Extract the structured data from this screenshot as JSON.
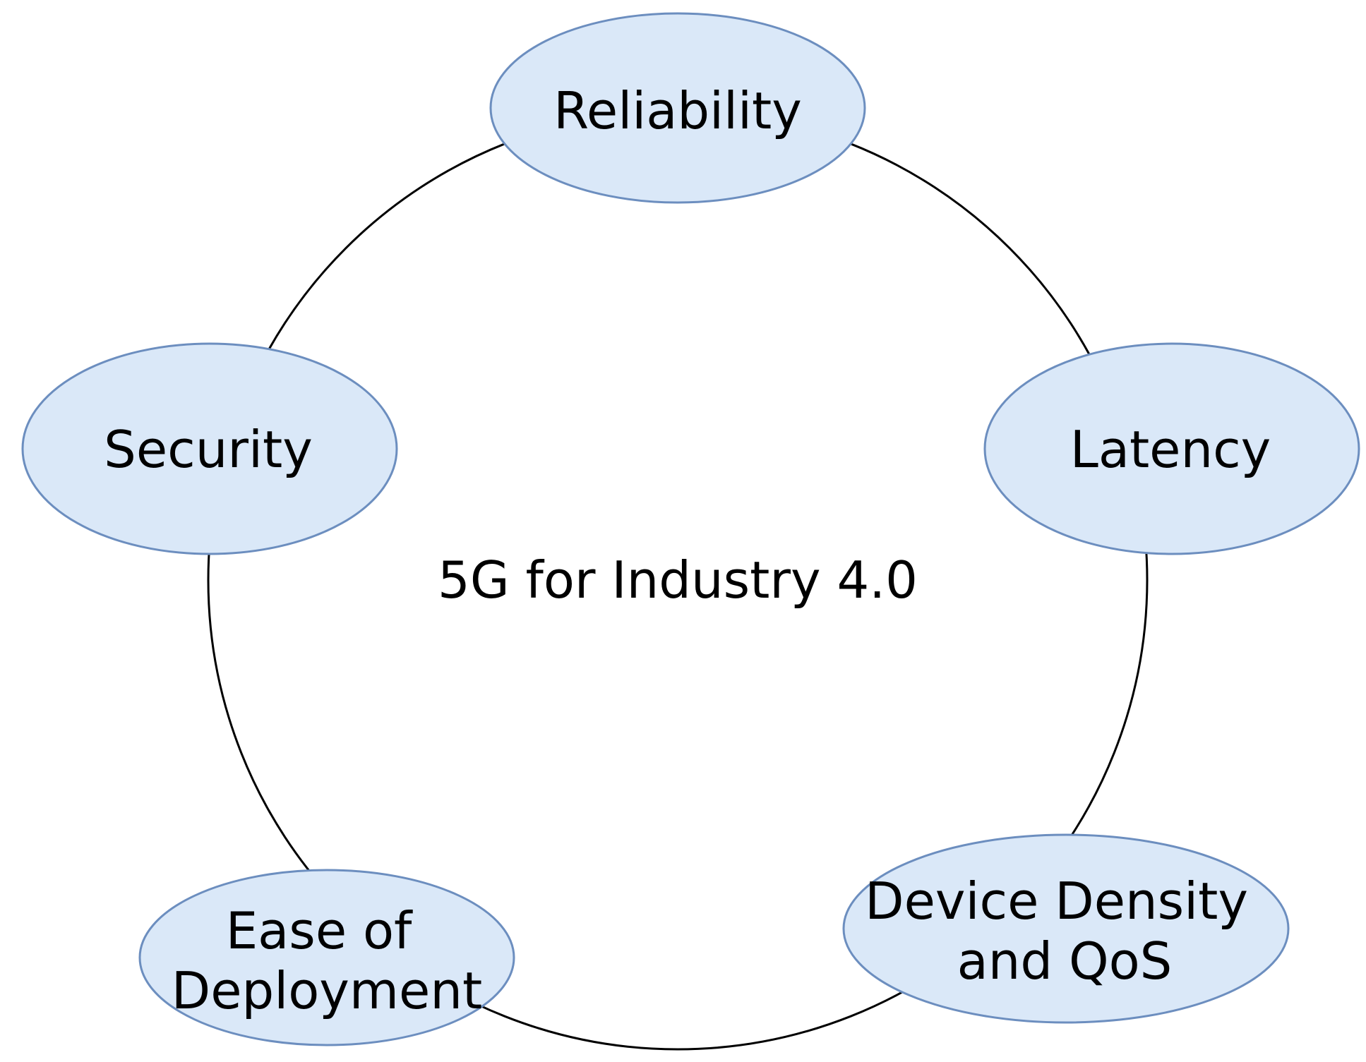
{
  "diagram": {
    "center_label": "5G for Industry 4.0",
    "colors": {
      "node_fill": "#dae8f8",
      "node_stroke": "#6c8ebf",
      "ring_stroke": "#000000"
    },
    "nodes": [
      {
        "id": "reliability",
        "lines": [
          "Reliability"
        ]
      },
      {
        "id": "latency",
        "lines": [
          "Latency"
        ]
      },
      {
        "id": "device-density",
        "lines": [
          "Device Density",
          "and QoS"
        ]
      },
      {
        "id": "ease-of-deployment",
        "lines": [
          "Ease of",
          "Deployment"
        ]
      },
      {
        "id": "security",
        "lines": [
          "Security"
        ]
      }
    ]
  }
}
